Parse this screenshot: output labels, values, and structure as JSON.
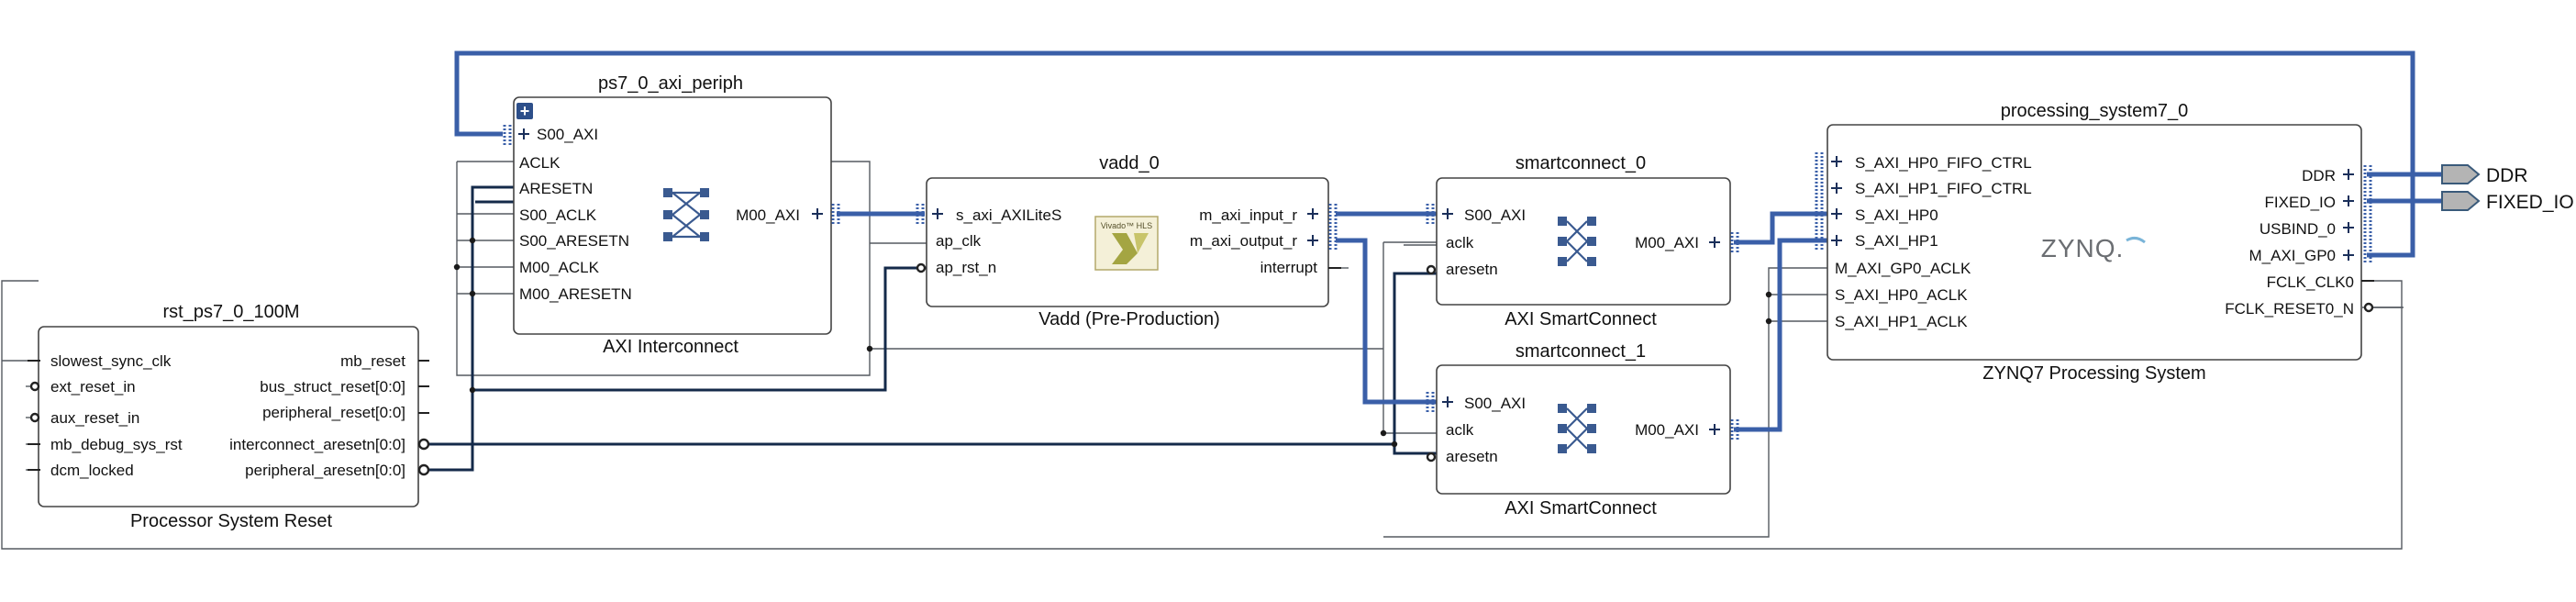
{
  "blocks": {
    "axi_periph": {
      "name": "ps7_0_axi_periph",
      "type": "AXI Interconnect",
      "expand_glyph": "+",
      "left_pins": [
        "S00_AXI",
        "ACLK",
        "ARESETN",
        "S00_ACLK",
        "S00_ARESETN",
        "M00_ACLK",
        "M00_ARESETN"
      ],
      "right_pins": [
        "M00_AXI"
      ]
    },
    "vadd": {
      "name": "vadd_0",
      "type": "Vadd (Pre-Production)",
      "logo_label": "Vivado™ HLS",
      "left_pins": [
        "s_axi_AXILiteS",
        "ap_clk",
        "ap_rst_n"
      ],
      "right_pins": [
        "m_axi_input_r",
        "m_axi_output_r",
        "interrupt"
      ]
    },
    "smartconnect_0": {
      "name": "smartconnect_0",
      "type": "AXI SmartConnect",
      "left_pins": [
        "S00_AXI",
        "aclk",
        "aresetn"
      ],
      "right_pins": [
        "M00_AXI"
      ]
    },
    "smartconnect_1": {
      "name": "smartconnect_1",
      "type": "AXI SmartConnect",
      "left_pins": [
        "S00_AXI",
        "aclk",
        "aresetn"
      ],
      "right_pins": [
        "M00_AXI"
      ]
    },
    "ps7": {
      "name": "processing_system7_0",
      "type": "ZYNQ7 Processing System",
      "logo": "ZYNQ.",
      "left_pins": [
        "S_AXI_HP0_FIFO_CTRL",
        "S_AXI_HP1_FIFO_CTRL",
        "S_AXI_HP0",
        "S_AXI_HP1",
        "M_AXI_GP0_ACLK",
        "S_AXI_HP0_ACLK",
        "S_AXI_HP1_ACLK"
      ],
      "right_pins": [
        "DDR",
        "FIXED_IO",
        "USBIND_0",
        "M_AXI_GP0",
        "FCLK_CLK0",
        "FCLK_RESET0_N"
      ]
    },
    "rst": {
      "name": "rst_ps7_0_100M",
      "type": "Processor System Reset",
      "left_pins": [
        "slowest_sync_clk",
        "ext_reset_in",
        "aux_reset_in",
        "mb_debug_sys_rst",
        "dcm_locked"
      ],
      "right_pins": [
        "mb_reset",
        "bus_struct_reset[0:0]",
        "peripheral_reset[0:0]",
        "interconnect_aresetn[0:0]",
        "peripheral_aresetn[0:0]"
      ]
    }
  },
  "external_ports": [
    "DDR",
    "FIXED_IO"
  ],
  "colors": {
    "bus": "#3a5fa8",
    "net": "#555a60",
    "reset_net": "#142a4a",
    "block_border": "#444444",
    "port_fill": "#b4b4b4"
  }
}
